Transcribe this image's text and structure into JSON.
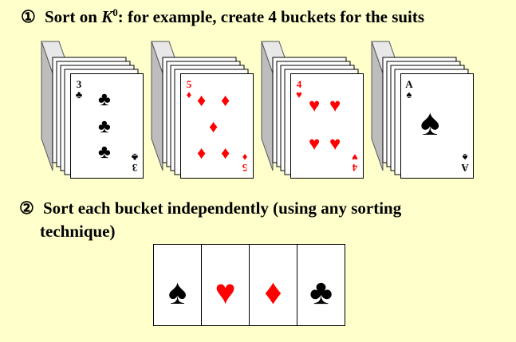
{
  "step1": {
    "number": "①",
    "prefix": "Sort on ",
    "key": "K",
    "superscript": "0",
    "suffix": ":  for example, create 4 buckets for the suits"
  },
  "step2": {
    "number": "②",
    "line1": "Sort each bucket independently (using any sorting",
    "line2": "technique)"
  },
  "decks": [
    {
      "rank": "3",
      "suit": "♣",
      "color": "#000000",
      "icon": "club-icon"
    },
    {
      "rank": "5",
      "suit": "♦",
      "color": "#ff0000",
      "icon": "diamond-icon"
    },
    {
      "rank": "4",
      "suit": "♥",
      "color": "#ff0000",
      "icon": "heart-icon"
    },
    {
      "rank": "A",
      "suit": "♠",
      "color": "#000000",
      "icon": "spade-icon"
    }
  ],
  "buckets": [
    {
      "suit": "♠",
      "color": "#000000",
      "icon": "spade-icon"
    },
    {
      "suit": "♥",
      "color": "#ff0000",
      "icon": "heart-icon"
    },
    {
      "suit": "♦",
      "color": "#ff0000",
      "icon": "diamond-icon"
    },
    {
      "suit": "♣",
      "color": "#000000",
      "icon": "club-icon"
    }
  ]
}
